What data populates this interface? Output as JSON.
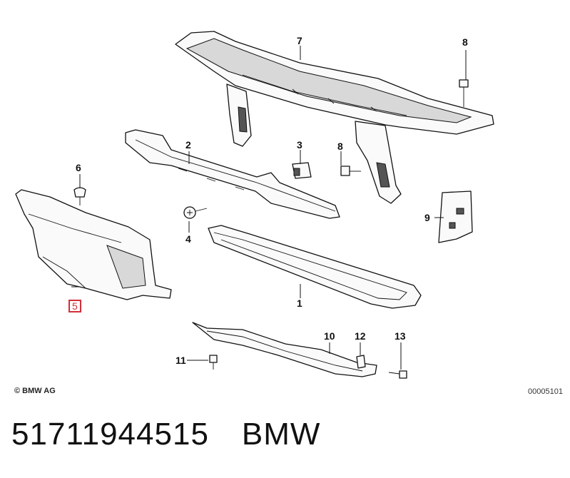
{
  "callouts": [
    {
      "id": "7",
      "label": "7"
    },
    {
      "id": "8a",
      "label": "8"
    },
    {
      "id": "2",
      "label": "2"
    },
    {
      "id": "3",
      "label": "3"
    },
    {
      "id": "8b",
      "label": "8"
    },
    {
      "id": "6",
      "label": "6"
    },
    {
      "id": "4",
      "label": "4"
    },
    {
      "id": "9",
      "label": "9"
    },
    {
      "id": "5",
      "label": "5"
    },
    {
      "id": "1",
      "label": "1"
    },
    {
      "id": "10",
      "label": "10"
    },
    {
      "id": "12",
      "label": "12"
    },
    {
      "id": "13",
      "label": "13"
    },
    {
      "id": "11",
      "label": "11"
    }
  ],
  "highlighted_callout": "5",
  "copyright": "© BMW AG",
  "drawing_number": "00005101",
  "caption": {
    "part_number": "51711944515",
    "brand": "BMW"
  }
}
